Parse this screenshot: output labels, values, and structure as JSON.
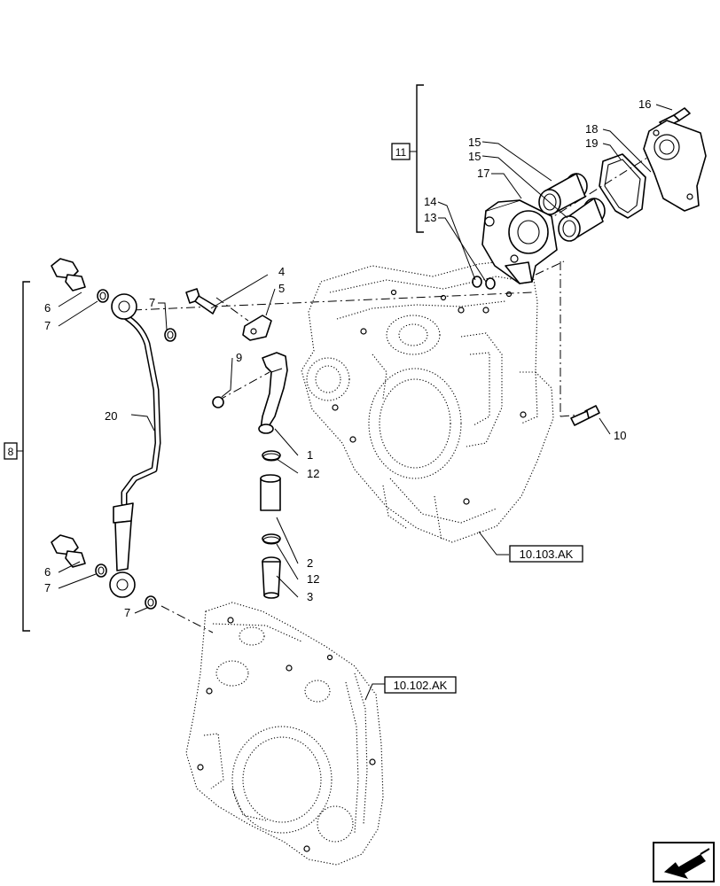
{
  "callouts": {
    "c1": "1",
    "c2": "2",
    "c3": "3",
    "c4": "4",
    "c5": "5",
    "c6a": "6",
    "c6b": "6",
    "c7a": "7",
    "c7b": "7",
    "c7c": "7",
    "c7d": "7",
    "c8": "8",
    "c9": "9",
    "c10": "10",
    "c11": "11",
    "c12a": "12",
    "c12b": "12",
    "c13": "13",
    "c14": "14",
    "c15a": "15",
    "c15b": "15",
    "c16": "16",
    "c17": "17",
    "c18": "18",
    "c19": "19",
    "c20": "20"
  },
  "references": {
    "flywheel_housing": "10.103.AK",
    "timing_cover": "10.102.AK"
  },
  "nav_icon": "return-arrow-icon"
}
